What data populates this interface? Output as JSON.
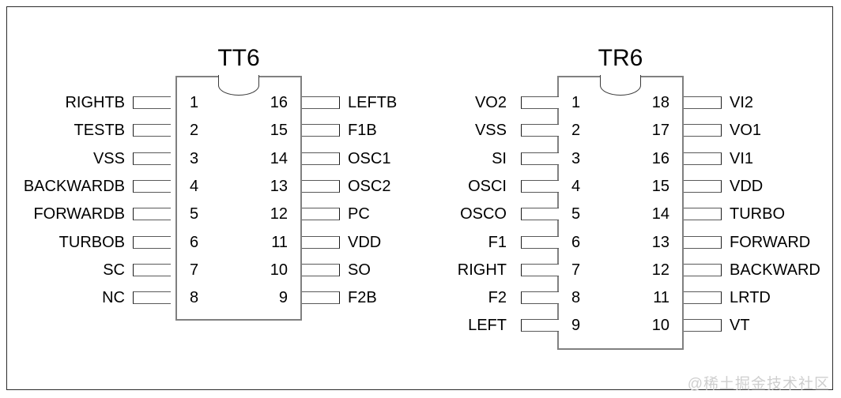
{
  "figure": {
    "background": "#ffffff",
    "border_color": "#2b2b2b",
    "text_color": "#000000",
    "body_outline_color": "#808080",
    "pin_outline_color": "#5a5a5a"
  },
  "watermark": {
    "text": "@稀土掘金技术社区",
    "color": "#cfcfcf"
  },
  "chips": [
    {
      "name": "TT6",
      "pin_count": 16,
      "left_pins": [
        {
          "number": "1",
          "label": "RIGHTB"
        },
        {
          "number": "2",
          "label": "TESTB"
        },
        {
          "number": "3",
          "label": "VSS"
        },
        {
          "number": "4",
          "label": "BACKWARDB"
        },
        {
          "number": "5",
          "label": "FORWARDB"
        },
        {
          "number": "6",
          "label": "TURBOB"
        },
        {
          "number": "7",
          "label": "SC"
        },
        {
          "number": "8",
          "label": "NC"
        }
      ],
      "right_pins": [
        {
          "number": "16",
          "label": "LEFTB"
        },
        {
          "number": "15",
          "label": "F1B"
        },
        {
          "number": "14",
          "label": "OSC1"
        },
        {
          "number": "13",
          "label": "OSC2"
        },
        {
          "number": "12",
          "label": "PC"
        },
        {
          "number": "11",
          "label": "VDD"
        },
        {
          "number": "10",
          "label": "SO"
        },
        {
          "number": "9",
          "label": "F2B"
        }
      ]
    },
    {
      "name": "TR6",
      "pin_count": 18,
      "left_pins": [
        {
          "number": "1",
          "label": "VO2"
        },
        {
          "number": "2",
          "label": "VSS"
        },
        {
          "number": "3",
          "label": "SI"
        },
        {
          "number": "4",
          "label": "OSCI"
        },
        {
          "number": "5",
          "label": "OSCO"
        },
        {
          "number": "6",
          "label": "F1"
        },
        {
          "number": "7",
          "label": "RIGHT"
        },
        {
          "number": "8",
          "label": "F2"
        },
        {
          "number": "9",
          "label": "LEFT"
        }
      ],
      "right_pins": [
        {
          "number": "18",
          "label": "VI2"
        },
        {
          "number": "17",
          "label": "VO1"
        },
        {
          "number": "16",
          "label": "VI1"
        },
        {
          "number": "15",
          "label": "VDD"
        },
        {
          "number": "14",
          "label": "TURBO"
        },
        {
          "number": "13",
          "label": "FORWARD"
        },
        {
          "number": "12",
          "label": "BACKWARD"
        },
        {
          "number": "11",
          "label": "LRTD"
        },
        {
          "number": "10",
          "label": "VT"
        }
      ]
    }
  ]
}
